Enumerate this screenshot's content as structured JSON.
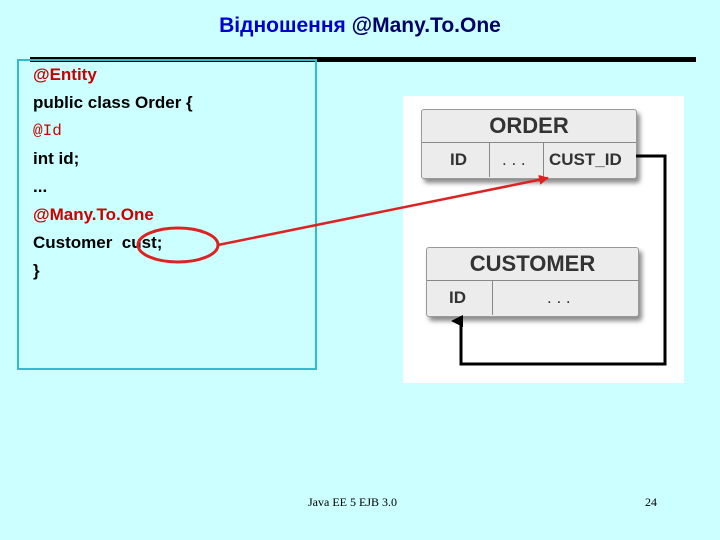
{
  "slide": {
    "title_prefix": "Відношення ",
    "title_kw": "@Many.To.One"
  },
  "code": {
    "lines": [
      "@Entity",
      "public class Order {",
      "@Id",
      "int id;",
      "...",
      "@Many.To.One",
      "Customer  cust;",
      "}"
    ]
  },
  "diagram": {
    "order_table": {
      "name": "ORDER",
      "cols": [
        "ID",
        ". . .",
        "CUST_ID"
      ]
    },
    "customer_table": {
      "name": "CUSTOMER",
      "cols": [
        "ID",
        ". . ."
      ]
    }
  },
  "footer": {
    "center": "Java EE 5 EJB 3.0",
    "page_number": "24"
  },
  "colors": {
    "background": "#ccffff",
    "title": "#0000cc",
    "annotation": "#cc0000",
    "arrow": "#dd2222"
  }
}
